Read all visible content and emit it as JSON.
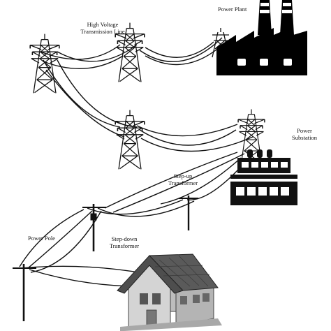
{
  "labels": {
    "high_voltage_line_1": "High Voltage",
    "high_voltage_line_2": "Transmission Line",
    "power_plant": "Power Plant",
    "power_substation_1": "Power",
    "power_substation_2": "Substation",
    "stepup_1": "Step-up",
    "stepup_2": "Transformer",
    "power_pole": "Power Pole",
    "stepdown_1": "Step-down",
    "stepdown_2": "Transformer"
  },
  "colors": {
    "ink": "#111111",
    "roof": "#505050",
    "wall": "#cfcfcf",
    "base": "#a8a8a8"
  }
}
